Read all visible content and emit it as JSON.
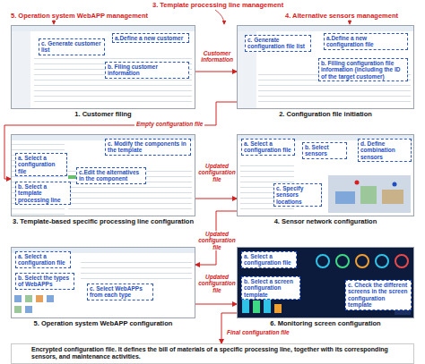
{
  "diagram": {
    "nodes": [
      {
        "text": [
          "1. Customer filing"
        ]
      },
      {
        "text": [
          "c. Generate customer list"
        ],
        "in": 0
      },
      {
        "text": [
          "a.Define a new customer"
        ],
        "in": 0
      },
      {
        "text": [
          "b. Filing customer information"
        ],
        "in": 0
      },
      {
        "text": [
          "2. Configuration file initiation"
        ]
      },
      {
        "text": [
          "c. Generate configuration file list"
        ],
        "in": 4
      },
      {
        "text": [
          "a.Define a new configuration file"
        ],
        "in": 4
      },
      {
        "text": [
          "b. Filling configuration file information (including the ID of the target customer)"
        ],
        "in": 4
      },
      {
        "text": [
          "3. Template-based specific processing line configuration"
        ]
      },
      {
        "text": [
          "a. Select a configuration file"
        ],
        "in": 8
      },
      {
        "text": [
          "b. Select a template processing line"
        ],
        "in": 8
      },
      {
        "text": [
          "c. Modify the components in the template"
        ],
        "in": 8
      },
      {
        "text": [
          "c.Edit the alternatives in the component"
        ],
        "in": 8
      },
      {
        "text": [
          "4. Sensor network configuration"
        ]
      },
      {
        "text": [
          "a. Select a configuration file"
        ],
        "in": 13
      },
      {
        "text": [
          "b. Select sensors"
        ],
        "in": 13
      },
      {
        "text": [
          "d. Define combination sensors"
        ],
        "in": 13
      },
      {
        "text": [
          "c. Specify sensors locations"
        ],
        "in": 13
      },
      {
        "text": [
          "5. Operation system WebAPP configuration"
        ]
      },
      {
        "text": [
          "a. Select a configuration file"
        ],
        "in": 18
      },
      {
        "text": [
          "b. Select the types of WebAPPs"
        ],
        "in": 18
      },
      {
        "text": [
          "c. Select WebAPPs from each type"
        ],
        "in": 18
      },
      {
        "text": [
          "6. Monitoring screen configuration"
        ]
      },
      {
        "text": [
          "a. Select a configuration file"
        ],
        "in": 22
      },
      {
        "text": [
          "b. Select a screen configuration template"
        ],
        "in": 22
      },
      {
        "text": [
          "c. Check the different screens in the screen configuration template"
        ],
        "in": 22
      },
      {
        "text": [
          "Encrypted configuration file. It defines the bill of materials of a specific processing line, together with its corresponding sensors, and maintenance activities."
        ]
      }
    ],
    "edges": [
      {
        "from": 0,
        "to": 4,
        "arrow": "to",
        "label": "Customer information"
      },
      {
        "from": 4,
        "to": 8,
        "arrow": "to",
        "label": "Empty configuration file"
      },
      {
        "from": 8,
        "to": 13,
        "arrow": "to",
        "label": "Updated configuration file"
      },
      {
        "from": 13,
        "to": 18,
        "arrow": "to",
        "label": "Updated configuration file"
      },
      {
        "from": 18,
        "to": 22,
        "arrow": "to",
        "label": "Updated configuration file"
      },
      {
        "from": 22,
        "to": 26,
        "arrow": "to",
        "label": "Final configuration file"
      }
    ],
    "labels": [
      "3. Template processing line management",
      "5. Operation system WebAPP management",
      "4. Alternative sensors management"
    ]
  }
}
